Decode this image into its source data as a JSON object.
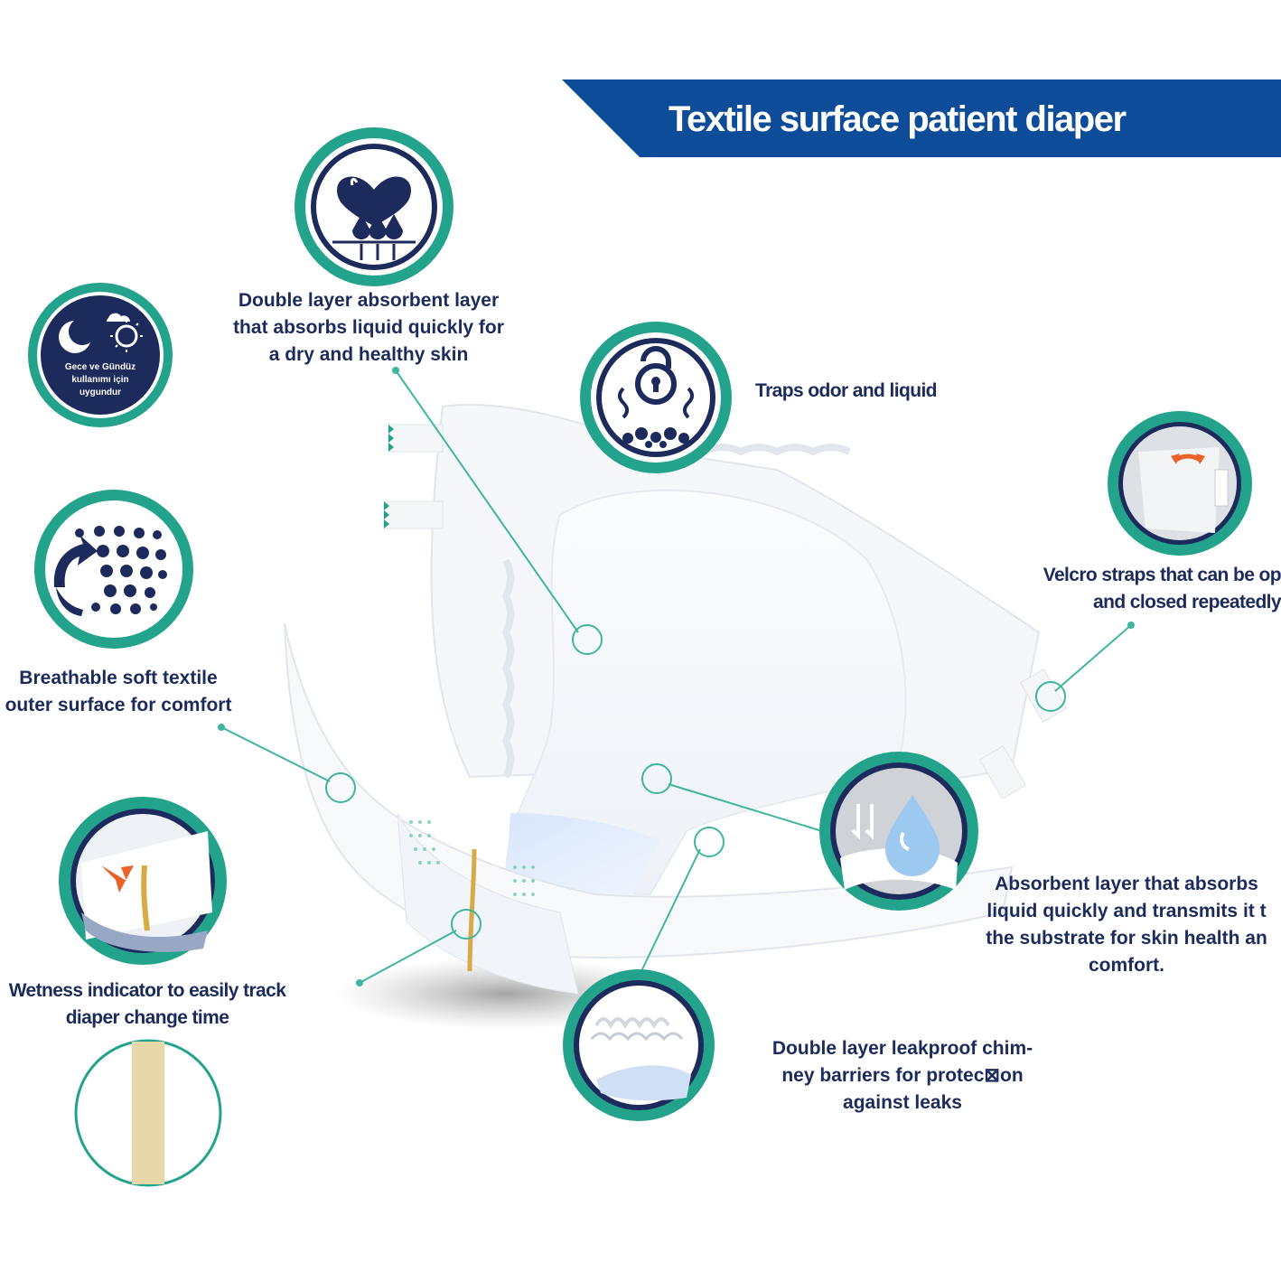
{
  "header": {
    "title": "Textile surface patient diaper"
  },
  "badge": {
    "day_night": [
      "Gece ve Gündüz",
      "kullanımı için",
      "uygundur"
    ]
  },
  "features": {
    "double_layer_absorbent": [
      "Double layer absorbent layer",
      "that absorbs liquid quickly for",
      "a dry and healthy skin"
    ],
    "traps_odor": [
      "Traps odor and liquid"
    ],
    "velcro": [
      "Velcro straps that can be op",
      "and closed repeatedly"
    ],
    "breathable": [
      "Breathable soft textile",
      "outer surface for comfort"
    ],
    "absorbent_transmit": [
      "Absorbent layer that absorbs",
      "liquid quickly and transmits it t",
      "the substrate for skin health an",
      "comfort."
    ],
    "wetness_indicator": [
      "Wetness indicator to easily track",
      "diaper change time"
    ],
    "leakproof": [
      "Double layer leakproof chim-",
      "ney barriers for protec⊠on",
      "against leaks"
    ]
  },
  "colors": {
    "brand_blue": "#0d4c99",
    "navy": "#1d2a5c",
    "teal": "#23a38c",
    "wetness_yellow": "#e8c783",
    "leader_line": "#3fb59e"
  },
  "icons": [
    "heart-hands-drops-icon",
    "day-night-icon",
    "lock-odor-icon",
    "velcro-strap-icon",
    "breathable-dots-icon",
    "water-drop-icon",
    "wetness-indicator-icon",
    "leak-barrier-icon",
    "wetness-strip-icon"
  ]
}
